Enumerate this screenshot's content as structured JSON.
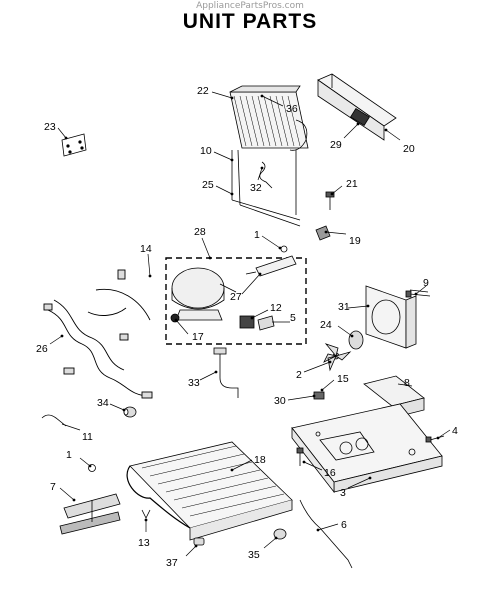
{
  "header": {
    "watermark": "AppliancePartsPros.com",
    "title": "UNIT PARTS"
  },
  "callouts": [
    "1",
    "2",
    "3",
    "4",
    "5",
    "6",
    "7",
    "8",
    "9",
    "10",
    "11",
    "12",
    "13",
    "14",
    "15",
    "16",
    "17",
    "18",
    "19",
    "20",
    "21",
    "22",
    "23",
    "24",
    "25",
    "26",
    "27",
    "28",
    "29",
    "30",
    "31",
    "32",
    "33",
    "34",
    "35",
    "36",
    "37"
  ],
  "colors": {
    "line": "#000000",
    "part_fill": "#f2f2f2",
    "dark_part": "#555555"
  }
}
